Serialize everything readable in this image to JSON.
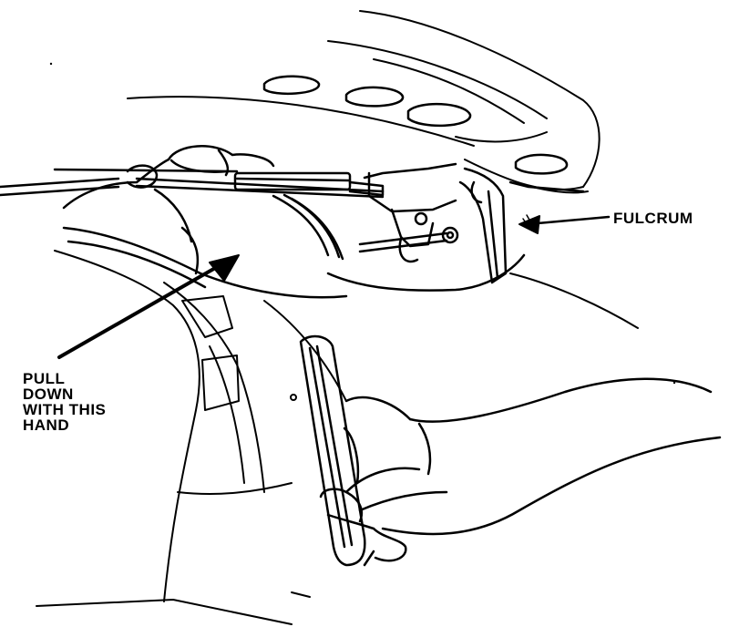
{
  "labels": {
    "fulcrum": "FULCRUM",
    "pull_lines": [
      "PULL",
      "DOWN",
      "WITH THIS",
      "HAND"
    ]
  },
  "colors": {
    "ink": "#000000",
    "paper": "#ffffff"
  },
  "icons": [
    "arrow-to-hand",
    "arrow-to-fulcrum"
  ]
}
